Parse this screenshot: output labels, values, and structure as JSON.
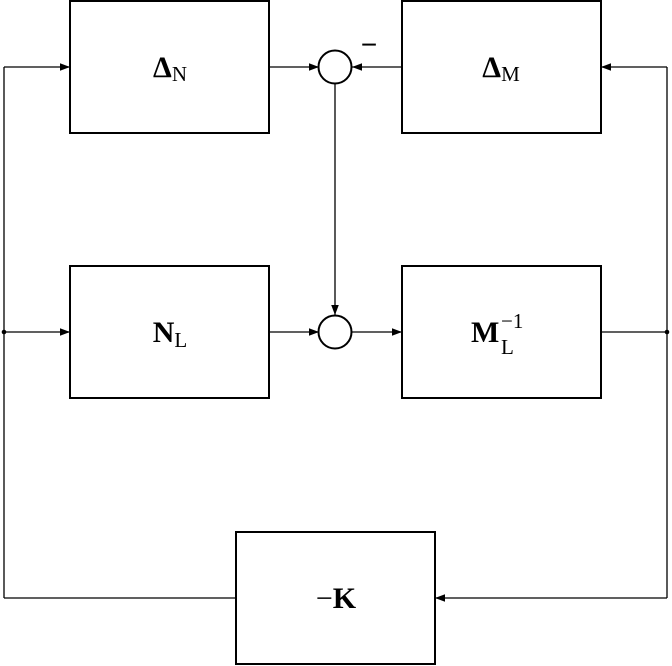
{
  "blocks": {
    "delta_n": {
      "symbol": "Δ",
      "subscript": "N"
    },
    "delta_m": {
      "symbol": "Δ",
      "subscript": "M"
    },
    "n_l": {
      "symbol": "N",
      "subscript": "L"
    },
    "m_l_inv": {
      "symbol": "M",
      "subscript": "L",
      "superscript": "−1"
    },
    "neg_k": {
      "prefix": "−",
      "symbol": "K"
    }
  },
  "summing_junctions": {
    "top": {
      "sign": "−"
    }
  },
  "colors": {
    "stroke": "#000000",
    "background": "#ffffff"
  }
}
